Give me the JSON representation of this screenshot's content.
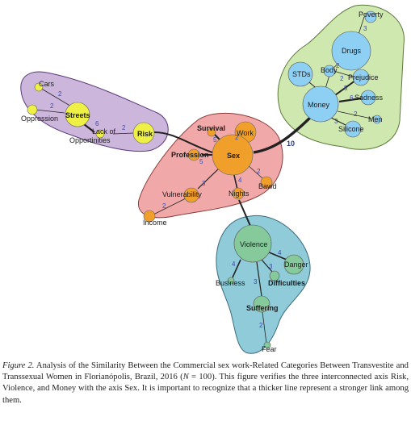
{
  "nodes": {
    "poverty": "Poverty",
    "drugs": "Drugs",
    "stds": "STDs",
    "body": "Body",
    "prejudice": "Prejudice",
    "money": "Money",
    "sadness": "Sadness",
    "men": "Men",
    "silicone": "Silicone",
    "cars": "Cars",
    "streets": "Streets",
    "oppression": "Oppression",
    "lack_line1": "Lack of",
    "lack_line2": "Opportinities",
    "risk": "Risk",
    "survival": "Survival",
    "work": "Work",
    "profession": "Profession",
    "sex": "Sex",
    "bawd": "Bawd",
    "vulnerability": "Vulnerability",
    "nights": "Nights",
    "income": "Income",
    "violence": "Violence",
    "danger": "Danger",
    "business": "Business",
    "difficulties": "Difficulties",
    "suffering": "Suffering",
    "fear": "Fear"
  },
  "weights": {
    "poverty_drugs": "3",
    "body_drugs": "2",
    "body_prejudice": "2",
    "money_prejudice": "5",
    "money_sadness": "6",
    "money_men": "2",
    "money_silicone": "3",
    "cars_streets": "2",
    "oppression_streets": "2",
    "streets_lack": "6",
    "lack_risk": "2",
    "sex_survival": "5",
    "sex_work": "2",
    "sex_profession": "5",
    "sex_bawd": "2",
    "sex_vulnerability": "3",
    "sex_nights": "4",
    "sex_money": "10",
    "vulnerability_income": "2",
    "violence_danger": "4",
    "violence_business": "4",
    "violence_difficulties": "3",
    "violence_suffering": "3",
    "suffering_fear": "2"
  },
  "colors": {
    "risk_group": "#cdb6dc",
    "sex_group": "#f1a8a8",
    "money_group": "#cfe8b0",
    "violence_group": "#8fcbd8",
    "risk_node": "#eef046",
    "sex_node": "#f0a02a",
    "money_node": "#8ed0f4",
    "violence_node": "#86c99a",
    "edge_label": "#3b4aa8"
  },
  "caption": {
    "figure_label": "Figure 2.",
    "text_1": " Analysis of the Similarity Between the Commercial sex work-Related Categories Between Transvestite and Transsexual Women in Florianópolis, Brazil, 2016 (",
    "n_label": "N",
    "text_2": " = 100). This figure verifies the three interconnected axis Risk, Violence, and Money with the axis Sex. It is important to recognize that a thicker line represent a stronger link among them."
  }
}
